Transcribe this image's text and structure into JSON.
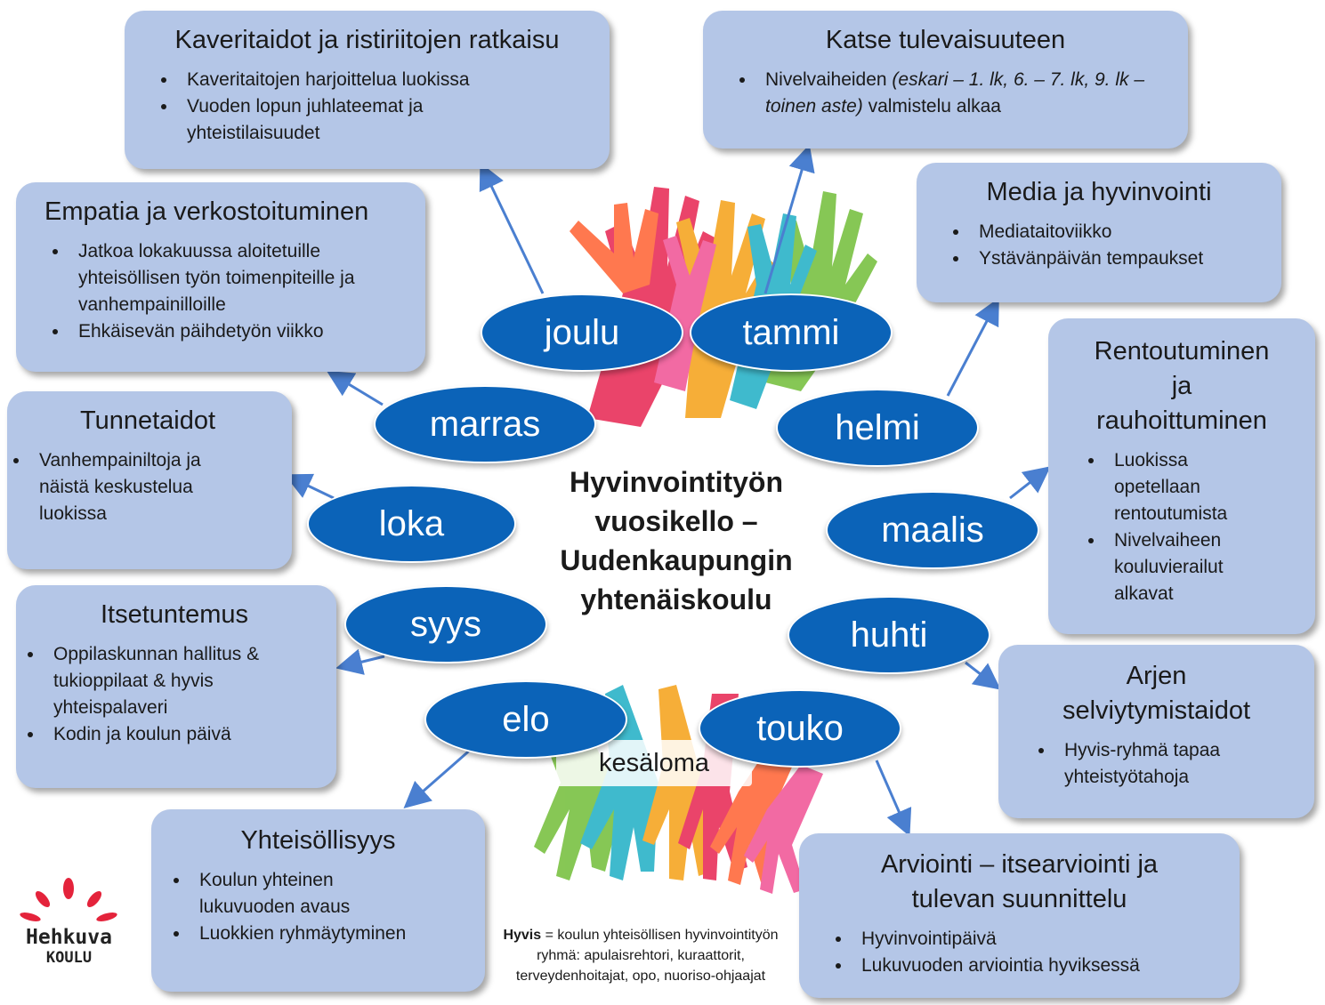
{
  "title": "Hyvinvointityön vuosikello – Uudenkaupungin yhtenäiskoulu",
  "title_lines": [
    "Hyvinvointityön",
    "vuosikello –",
    "Uudenkaupungin",
    "yhtenäiskoulu"
  ],
  "summer_label": "kesäloma",
  "months": {
    "joulu": "joulu",
    "tammi": "tammi",
    "marras": "marras",
    "helmi": "helmi",
    "loka": "loka",
    "maalis": "maalis",
    "syys": "syys",
    "huhti": "huhti",
    "elo": "elo",
    "touko": "touko"
  },
  "boxes": {
    "kaveritaidot": {
      "title": "Kaveritaidot ja ristiriitojen ratkaisu",
      "items": [
        "Kaveritaitojen harjoittelua luokissa",
        "Vuoden lopun juhlateemat ja yhteistilaisuudet"
      ]
    },
    "katse": {
      "title": "Katse tulevaisuuteen",
      "item_prefix": "Nivelvaiheiden ",
      "item_italic": "(eskari – 1. lk, 6. – 7. lk, 9. lk – toinen aste)",
      "item_suffix": " valmistelu alkaa"
    },
    "empatia": {
      "title": "Empatia ja verkostoituminen",
      "items": [
        "Jatkoa lokakuussa aloitetuille yhteisöllisen työn toimenpiteille ja vanhempainilloille",
        "Ehkäisevän päihdetyön viikko"
      ]
    },
    "media": {
      "title": "Media ja hyvinvointi",
      "items": [
        "Mediataitoviikko",
        "Ystävänpäivän tempaukset"
      ]
    },
    "tunnetaidot": {
      "title": "Tunnetaidot",
      "items": [
        "Vanhempainiltoja ja näistä keskustelua luokissa"
      ]
    },
    "rentoutuminen": {
      "title_lines": [
        "Rentoutuminen",
        "ja",
        "rauhoittuminen"
      ],
      "items": [
        "Luokissa opetellaan rentoutumista",
        "Nivelvaiheen kouluvierailut alkavat"
      ]
    },
    "itsetuntemus": {
      "title": "Itsetuntemus",
      "items": [
        "Oppilaskunnan hallitus & tukioppilaat & hyvis yhteispalaveri",
        "Kodin ja koulun päivä"
      ]
    },
    "arjen": {
      "title_lines": [
        "Arjen",
        "selviytymistaidot"
      ],
      "items": [
        "Hyvis-ryhmä tapaa yhteistyötahoja"
      ]
    },
    "yhteisollisyys": {
      "title": "Yhteisöllisyys",
      "items": [
        "Koulun yhteinen lukuvuoden avaus",
        "Luokkien ryhmäytyminen"
      ]
    },
    "arviointi": {
      "title_lines": [
        "Arviointi – itsearviointi ja",
        "tulevan suunnittelu"
      ],
      "items": [
        "Hyvinvointipäivä",
        "Lukuvuoden arviointia hyviksessä"
      ]
    }
  },
  "note": {
    "bold": "Hyvis",
    "text": " = koulun yhteisöllisen hyvinvointityön ryhmä: apulaisrehtori, kuraattorit, terveydenhoitajat, opo, nuoriso-ohjaajat"
  },
  "logo": {
    "line1": "Hehkuva",
    "line2": "KOULU"
  },
  "colors": {
    "box": "#b4c6e7",
    "month": "#0b63b8",
    "arrow": "#4a7fd0",
    "hand_colors": [
      "#ff6a3d",
      "#e8305a",
      "#f6a623",
      "#7ac143",
      "#2bb3c8",
      "#f15a9a",
      "#9b59b6"
    ]
  }
}
